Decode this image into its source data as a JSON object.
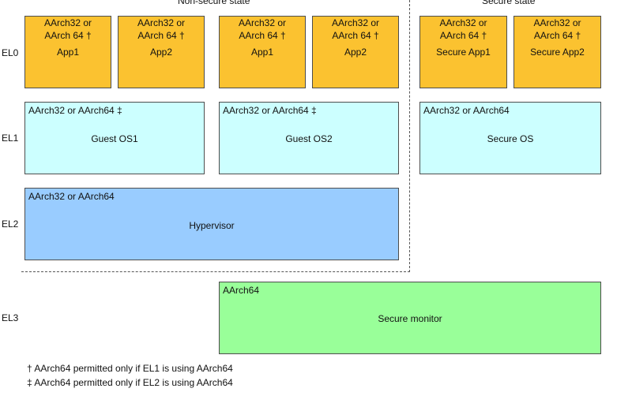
{
  "headers": {
    "non_secure": "Non-secure state",
    "secure": "Secure state"
  },
  "levels": {
    "el0": "EL0",
    "el1": "EL1",
    "el2": "EL2",
    "el3": "EL3"
  },
  "el0_apps": [
    {
      "arch_line1": "AArch32 or",
      "arch_line2": "AArch 64 †",
      "name": "App1"
    },
    {
      "arch_line1": "AArch32 or",
      "arch_line2": "AArch 64 †",
      "name": "App2"
    },
    {
      "arch_line1": "AArch32 or",
      "arch_line2": "AArch 64 †",
      "name": "App1"
    },
    {
      "arch_line1": "AArch32 or",
      "arch_line2": "AArch 64 †",
      "name": "App2"
    },
    {
      "arch_line1": "AArch32 or",
      "arch_line2": "AArch 64 †",
      "name": "Secure App1"
    },
    {
      "arch_line1": "AArch32 or",
      "arch_line2": "AArch 64 †",
      "name": "Secure App2"
    }
  ],
  "el1_os": [
    {
      "arch": "AArch32 or AArch64 ‡",
      "name": "Guest OS1"
    },
    {
      "arch": "AArch32 or AArch64 ‡",
      "name": "Guest OS2"
    },
    {
      "arch": "AArch32 or AArch64",
      "name": "Secure OS"
    }
  ],
  "el2": {
    "arch": "AArch32 or AArch64",
    "name": "Hypervisor"
  },
  "el3": {
    "arch": "AArch64",
    "name": "Secure monitor"
  },
  "footnotes": [
    "† AArch64 permitted only if EL1 is using AArch64",
    "‡ AArch64 permitted only if EL2 is using AArch64"
  ],
  "colors": {
    "app": "#fbc230",
    "os": "#ccffff",
    "hypervisor": "#99ccff",
    "monitor": "#99ff99"
  }
}
